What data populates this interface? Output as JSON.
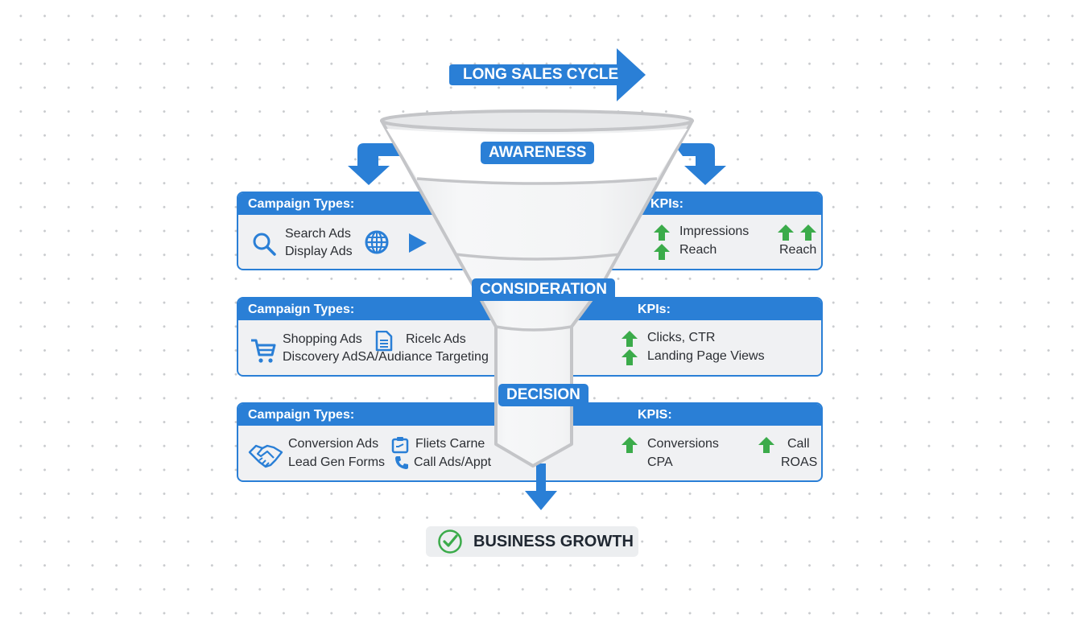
{
  "header": {
    "cycle_label": "LONG SALES CYCLE"
  },
  "stages": [
    {
      "name": "AWARENESS",
      "campaign_heading": "Campaign Types:",
      "kpi_heading": "KPIs:",
      "campaign_items": [
        "Search Ads",
        "Display Ads"
      ],
      "campaign_icons": [
        "search-icon",
        "globe-icon",
        "play-icon"
      ],
      "kpi_items": [
        "Impressions",
        "Reach"
      ],
      "kpi_extra": "Reach"
    },
    {
      "name": "CONSIDERATION",
      "campaign_heading": "Campaign Types:",
      "kpi_heading": "KPIs:",
      "campaign_items": [
        "Shopping Ads",
        "Ricelc Ads",
        "Discovery AdSA/Audiance Targeting"
      ],
      "campaign_icons": [
        "cart-icon",
        "document-icon"
      ],
      "kpi_items": [
        "Clicks, CTR",
        "Landing Page Views"
      ]
    },
    {
      "name": "DECISION",
      "campaign_heading": "Campaign Types:",
      "kpi_heading": "KPIS:",
      "campaign_items": [
        "Conversion Ads",
        "Fliets Carne",
        "Lead Gen Forms",
        "Call Ads/Appt"
      ],
      "campaign_icons": [
        "handshake-icon",
        "clipboard-icon",
        "phone-icon"
      ],
      "kpi_items": [
        "Conversions",
        "CPA"
      ],
      "kpi_extra": [
        "Call",
        "ROAS"
      ]
    }
  ],
  "footer": {
    "outcome_label": "BUSINESS GROWTH"
  },
  "colors": {
    "primary": "#2a7fd6",
    "success": "#3bab4a",
    "card_bg": "#f0f1f3",
    "text": "#2b2e33"
  }
}
